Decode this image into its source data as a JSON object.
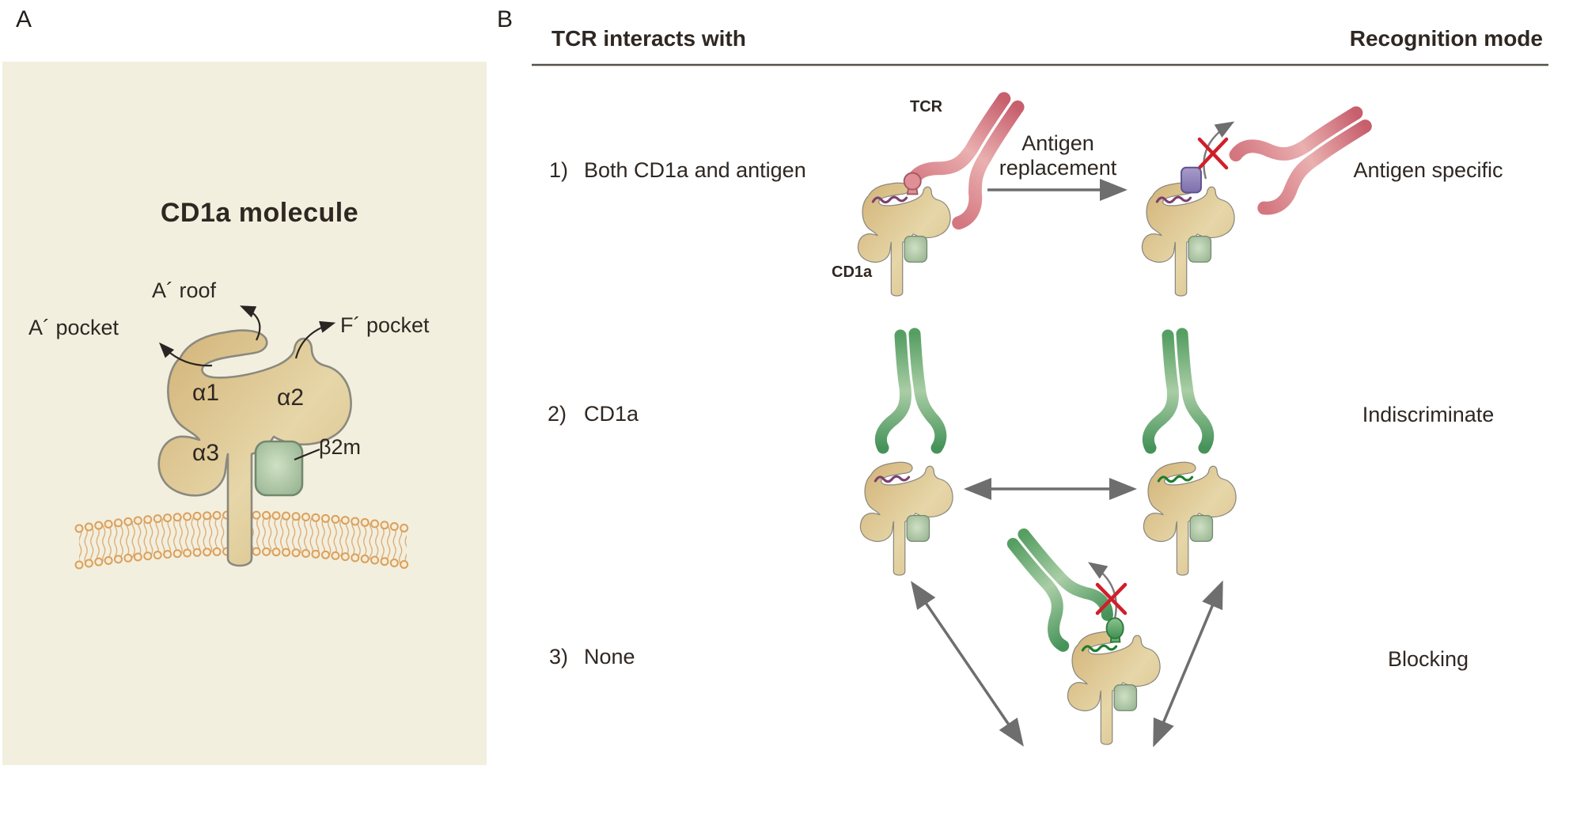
{
  "panel_a": {
    "label": "A",
    "title": "CD1a molecule",
    "labels": {
      "a_roof": "A´ roof",
      "a_pocket": "A´ pocket",
      "f_pocket": "F´ pocket",
      "alpha1": "α1",
      "alpha2": "α2",
      "alpha3": "α3",
      "b2m": "β2m"
    }
  },
  "panel_b": {
    "label": "B",
    "col_left_header": "TCR interacts with",
    "col_right_header": "Recognition mode",
    "row1": {
      "num": "1)",
      "interacts": "Both CD1a and antigen",
      "mode": "Antigen specific",
      "tcr_label": "TCR",
      "cd1a_label": "CD1a",
      "arrow_label_line1": "Antigen",
      "arrow_label_line2": "replacement"
    },
    "row2": {
      "num": "2)",
      "interacts": "CD1a",
      "mode": "Indiscriminate"
    },
    "row3": {
      "num": "3)",
      "interacts": "None",
      "mode": "Blocking"
    }
  },
  "colors": {
    "panel_bg": "#f2efdf",
    "molecule_tan_dark": "#d6b97f",
    "molecule_tan_light": "#ecdfb8",
    "molecule_outline": "#8b897f",
    "b2m_green": "#9dbd97",
    "b2m_green_light": "#cfe0c4",
    "tcr_pink_dark": "#c75f6d",
    "tcr_pink_light": "#eab0b0",
    "tcr_green_dark": "#4a985c",
    "tcr_green_light": "#a9cda5",
    "antigen_purple": "#8a7cb5",
    "lipid_squiggle_purple": "#7b4070",
    "lipid_squiggle_green": "#1e7d2f",
    "cross_red": "#d01f2a",
    "arrow_gray": "#6e6e6e",
    "membrane_orange": "#d9a05e",
    "membrane_fill": "#f8ecd4",
    "text": "#2f2722"
  }
}
